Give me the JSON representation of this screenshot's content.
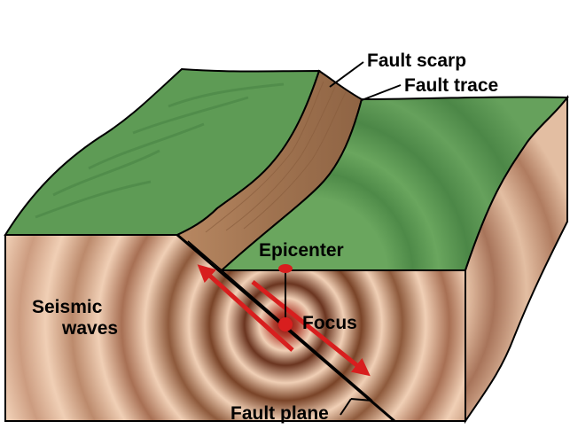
{
  "labels": {
    "fault_scarp": "Fault scarp",
    "fault_trace": "Fault trace",
    "epicenter": "Epicenter",
    "focus": "Focus",
    "seismic": "Seismic",
    "waves": "waves",
    "fault_plane": "Fault plane"
  },
  "colors": {
    "grass": "#5e9b55",
    "grass_dark": "#4a8545",
    "scarp": "#a77a55",
    "earth_light": "#efcdb4",
    "earth_dark": "#5b2e18",
    "arrow_red": "#d81e1e"
  }
}
